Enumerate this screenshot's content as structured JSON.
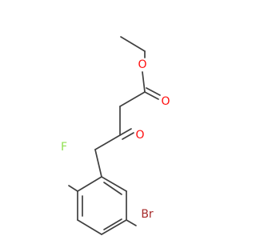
{
  "molecule": {
    "atoms": {
      "o_ester": {
        "symbol": "O",
        "color": "#ff0d0d"
      },
      "o_carbonyl_ester": {
        "symbol": "O",
        "color": "#ff0d0d"
      },
      "o_ketone": {
        "symbol": "O",
        "color": "#ff0d0d"
      },
      "f": {
        "symbol": "F",
        "color": "#90e050"
      },
      "br": {
        "symbol": "Br",
        "color": "#a62929"
      }
    },
    "bond_color": "#404040"
  }
}
